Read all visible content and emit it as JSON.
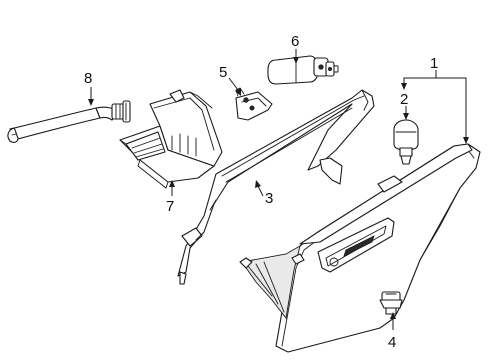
{
  "callouts": {
    "c1": "1",
    "c2": "2",
    "c3": "3",
    "c4": "4",
    "c5": "5",
    "c6": "6",
    "c7": "7",
    "c8": "8"
  },
  "colors": {
    "line": "#1a1a1a",
    "background": "#ffffff",
    "shade": "#e9e9e9"
  }
}
